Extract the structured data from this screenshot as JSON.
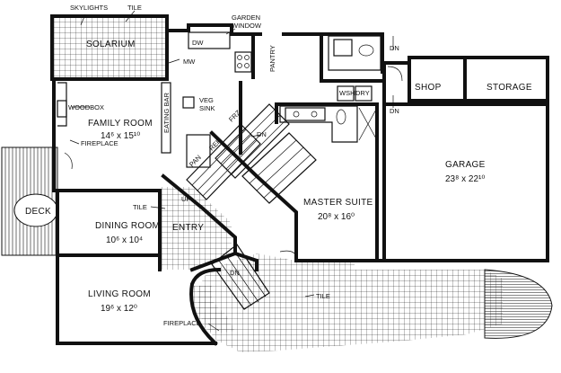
{
  "labels": {
    "skylights": "SKYLIGHTS",
    "tile_top": "TILE",
    "solarium": "SOLARIUM",
    "garden_window_1": "GARDEN",
    "garden_window_2": "WINDOW",
    "dw": "DW",
    "mw": "MW",
    "pantry": "PANTRY",
    "woodbox": "WOODBOX",
    "family_room": "FAMILY ROOM",
    "family_room_dim": "14⁶ x 15¹⁰",
    "fireplace_family": "FIREPLACE",
    "veg_sink_1": "VEG",
    "veg_sink_2": "SINK",
    "eating_bar": "EATING BAR",
    "ref": "REF",
    "frz": "FRZ",
    "pan": "PAN",
    "dn_kitchen": "DN",
    "deck": "DECK",
    "tile_dining": "TILE",
    "dining_room": "DINING ROOM",
    "dining_room_dim": "10⁶ x 10⁴",
    "up": "UP",
    "entry": "ENTRY",
    "living_room": "LIVING ROOM",
    "living_room_dim": "19⁶ x 12⁰",
    "fireplace_living": "FIREPLACE",
    "dn_entry": "DN",
    "tile_walk": "TILE",
    "master_suite": "MASTER SUITE",
    "master_suite_dim": "20⁸ x 16⁰",
    "wsh": "WSH",
    "dry": "DRY",
    "dn_laundry_1": "DN",
    "dn_laundry_2": "DN",
    "shop": "SHOP",
    "storage": "STORAGE",
    "garage": "GARAGE",
    "garage_dim": "23⁸ x 22¹⁰"
  }
}
